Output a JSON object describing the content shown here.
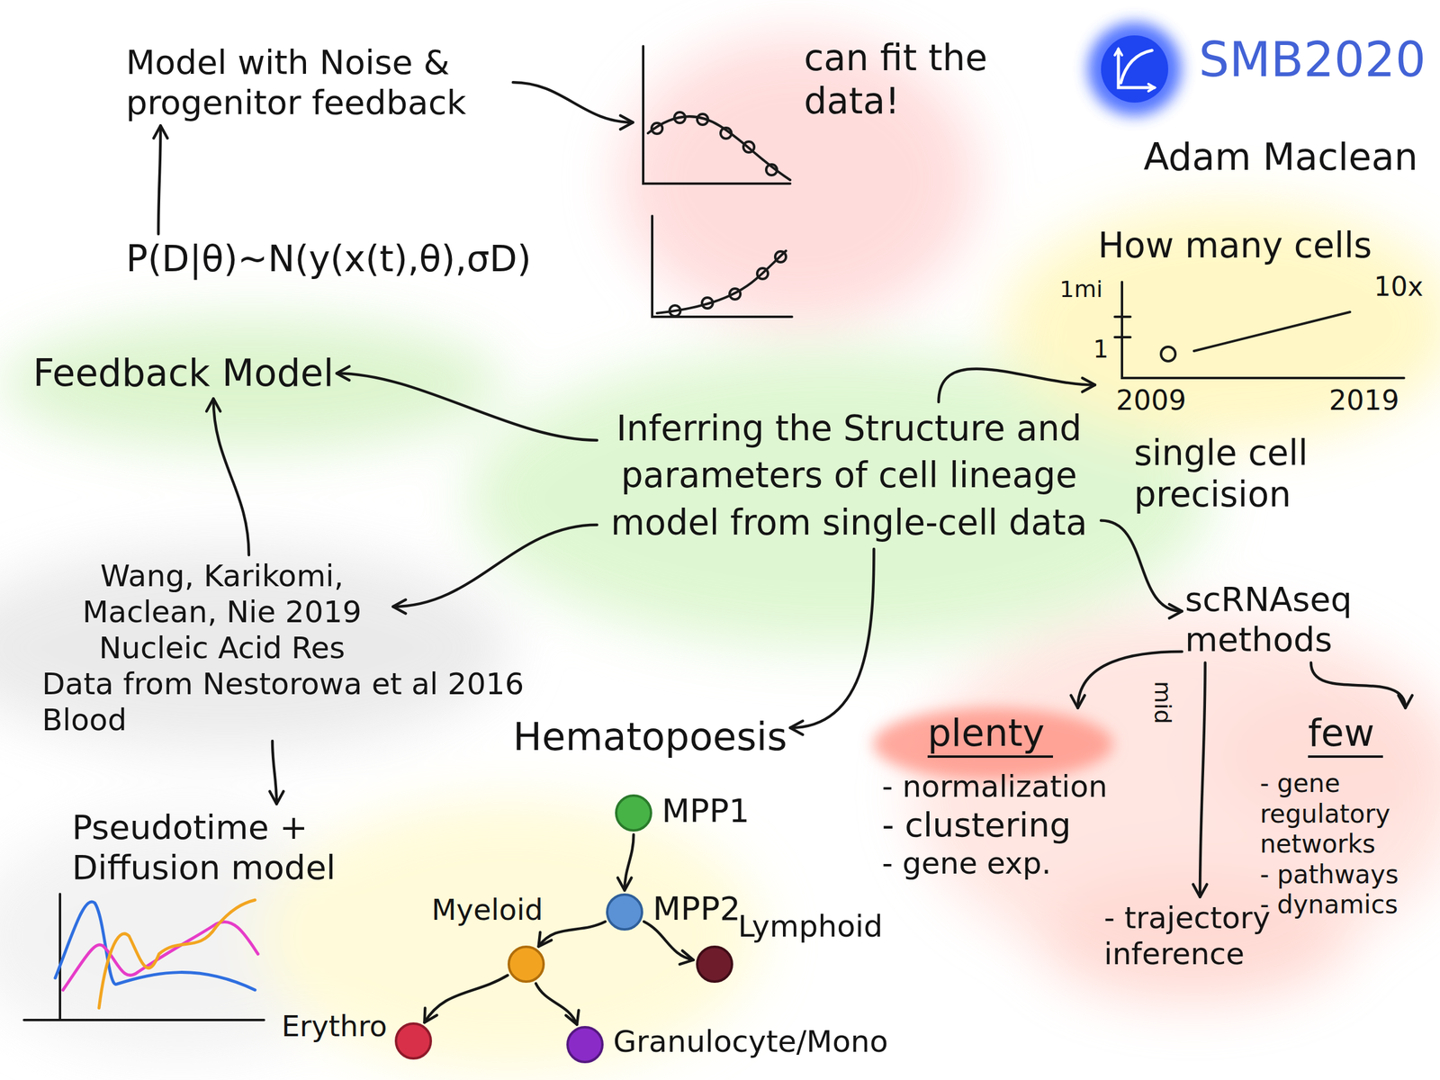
{
  "diagram": {
    "nodes": [
      {
        "text": [
          "Inferring the Structure and parameters of cell lineage model from single-cell data"
        ]
      },
      {
        "text": [
          "Model with Noise & progenitor feedback"
        ]
      },
      {
        "text": [
          "P(D|θ)~N(y(x(t),θ),σD)"
        ]
      },
      {
        "text": [
          "Feedback Model"
        ]
      },
      {
        "text": [
          "can fit the data!"
        ]
      },
      {
        "text": [
          "Wang, Karikomi, Maclean, Nie 2019 Nucleic Acid Res"
        ]
      },
      {
        "text": [
          "Data from Nestorowa et al 2016 Blood"
        ]
      },
      {
        "text": [
          "Pseudotime + Diffusion model"
        ]
      },
      {
        "text": [
          "How many cells",
          "single cell precision"
        ]
      },
      {
        "text": [
          "scRNAseq methods"
        ]
      },
      {
        "text": [
          "plenty",
          "- normalization",
          "- clustering",
          "- gene exp."
        ]
      },
      {
        "text": [
          "- trajectory inference"
        ]
      },
      {
        "text": [
          "few",
          "- gene regulatory networks",
          "- pathways",
          "- dynamics"
        ]
      },
      {
        "text": [
          "Hematopoesis"
        ]
      },
      {
        "text": [
          "MPP1"
        ]
      },
      {
        "text": [
          "MPP2"
        ]
      },
      {
        "text": [
          "Myeloid"
        ]
      },
      {
        "text": [
          "Lymphoid"
        ]
      },
      {
        "text": [
          "Erythro"
        ]
      },
      {
        "text": [
          "Granulocyte/Mono"
        ]
      }
    ],
    "edges": [
      {
        "from": 2,
        "to": 1,
        "arrow": "to"
      },
      {
        "from": 1,
        "to": 4,
        "arrow": "to"
      },
      {
        "from": 0,
        "to": 3,
        "arrow": "to"
      },
      {
        "from": 5,
        "to": 3,
        "arrow": "to"
      },
      {
        "from": 0,
        "to": 5,
        "arrow": "to"
      },
      {
        "from": 6,
        "to": 7,
        "arrow": "to"
      },
      {
        "from": 0,
        "to": 8,
        "arrow": "to"
      },
      {
        "from": 0,
        "to": 9,
        "arrow": "to"
      },
      {
        "from": 9,
        "to": 10,
        "arrow": "to"
      },
      {
        "from": 9,
        "to": 11,
        "arrow": "to"
      },
      {
        "from": 9,
        "to": 12,
        "arrow": "to"
      },
      {
        "from": 0,
        "to": 13,
        "arrow": "to"
      },
      {
        "from": 14,
        "to": 15,
        "arrow": "to"
      },
      {
        "from": 15,
        "to": 16,
        "arrow": "to"
      },
      {
        "from": 15,
        "to": 17,
        "arrow": "to"
      },
      {
        "from": 16,
        "to": 18,
        "arrow": "to"
      },
      {
        "from": 16,
        "to": 19,
        "arrow": "to"
      }
    ],
    "labels": [
      "SMB2020",
      "Adam Maclean",
      "1mi",
      "1",
      "10x",
      "2009",
      "2019",
      "mid"
    ]
  }
}
